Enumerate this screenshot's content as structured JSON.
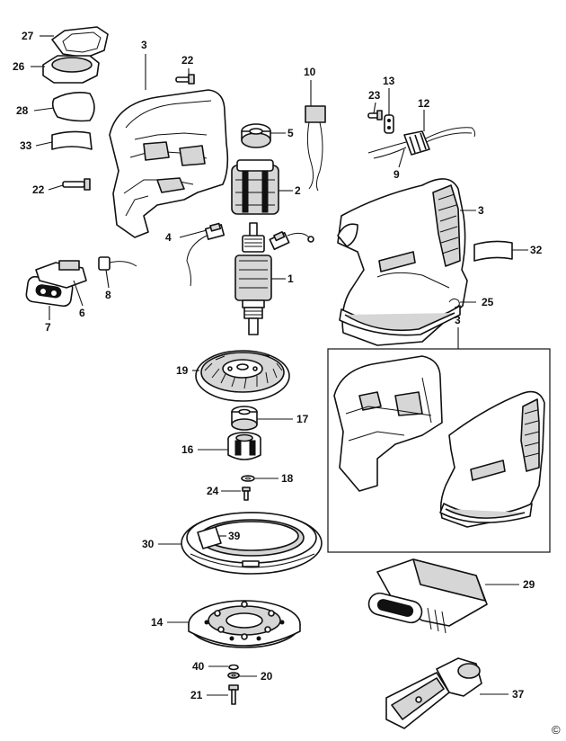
{
  "labels": {
    "l27": "27",
    "l26": "26",
    "l28": "28",
    "l33": "33",
    "l22a": "22",
    "l3a": "3",
    "l22b": "22",
    "l10": "10",
    "l5": "5",
    "l2": "2",
    "l13": "13",
    "l23": "23",
    "l12": "12",
    "l9": "9",
    "l3b": "3",
    "l32": "32",
    "l4": "4",
    "l1": "1",
    "l8": "8",
    "l6": "6",
    "l7": "7",
    "l25": "25",
    "l3c": "3",
    "l19": "19",
    "l17": "17",
    "l16": "16",
    "l18": "18",
    "l24": "24",
    "l30": "30",
    "l39": "39",
    "l29": "29",
    "l14": "14",
    "l40": "40",
    "l20": "20",
    "l21": "21",
    "l37": "37"
  },
  "copyright_symbol": "©"
}
